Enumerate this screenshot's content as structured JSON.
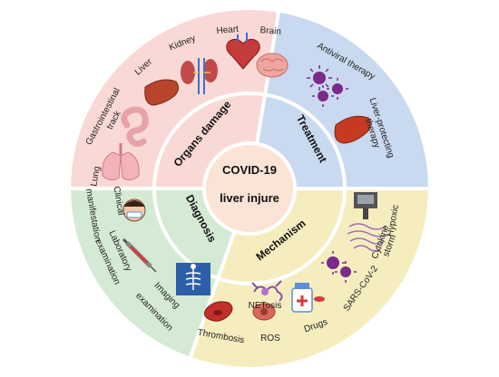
{
  "center": {
    "line1": "COVID-19",
    "line2": "liver injure"
  },
  "quadrants": {
    "organs": {
      "title": "Organs damage",
      "color": "#f9d9d6",
      "labels": {
        "lung": "Lung",
        "gi": "Gastrointestinal",
        "gi2": "track",
        "liver": "Liver",
        "kidney": "Kidney",
        "heart": "Heart",
        "brain": "Brain"
      }
    },
    "treatment": {
      "title": "Treatment",
      "color": "#c9d9ef",
      "labels": {
        "antiviral": "Antiviral therapy",
        "lp1": "Liver-protecting",
        "lp2": "therapy"
      }
    },
    "mechanism": {
      "title": "Mechanism",
      "color": "#f6edbf",
      "labels": {
        "hypoxic": "Hypoxic",
        "cyto1": "Cytokine",
        "cyto2": "storm",
        "sars": "SARS-CoV-2",
        "drugs": "Drugs",
        "ros": "ROS",
        "netosis": "NETosis",
        "thrombosis": "Thrombosis"
      }
    },
    "diagnosis": {
      "title": "Diagnosis",
      "color": "#d5ead5",
      "labels": {
        "cm1": "Clinical",
        "cm2": "manifestation",
        "lab1": "Laboratory",
        "lab2": "examination",
        "img1": "Imaging",
        "img2": "examination"
      }
    }
  },
  "colors": {
    "center_fill": "#fbe4d6",
    "ring_line": "#ffffff",
    "outline": "#ffffff"
  }
}
